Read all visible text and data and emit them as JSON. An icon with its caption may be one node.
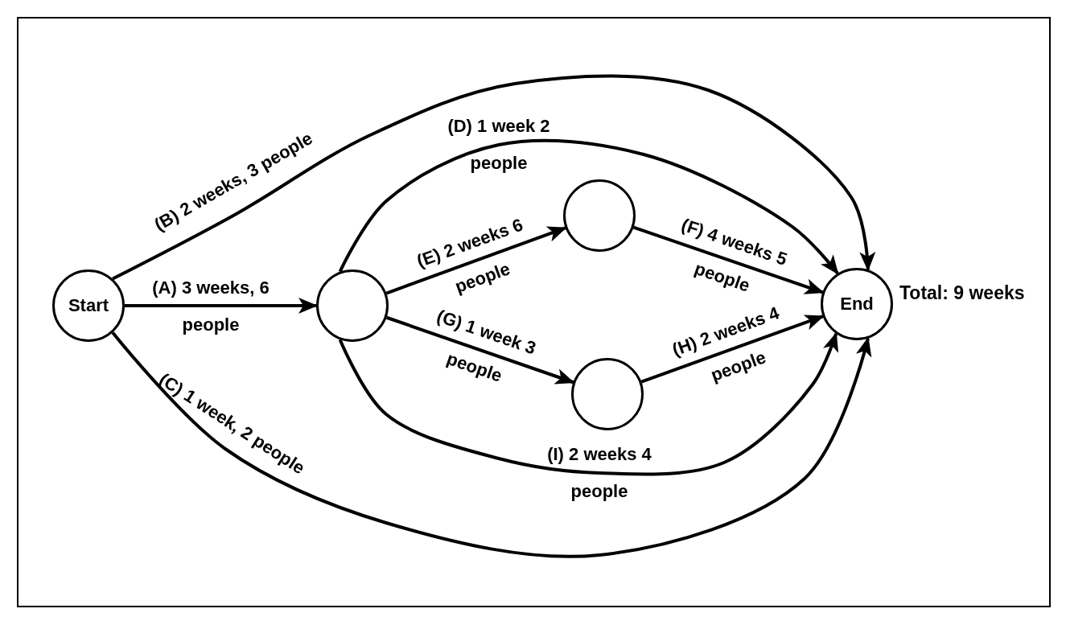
{
  "diagram": {
    "nodes": [
      {
        "text": [
          "Start"
        ]
      },
      {
        "text": [],
        "shape": "circle"
      },
      {
        "text": [],
        "shape": "circle"
      },
      {
        "text": [],
        "shape": "circle"
      },
      {
        "text": [
          "End"
        ],
        "beside": [
          "Total: 9 weeks"
        ]
      }
    ],
    "edges": [
      {
        "from": 0,
        "to": 1,
        "arrow": "to",
        "label": "(A) 3 weeks, 6 people"
      },
      {
        "from": 0,
        "to": 4,
        "arrow": "to",
        "label": "(B) 2 weeks, 3 people"
      },
      {
        "from": 0,
        "to": 4,
        "arrow": "to",
        "label": "(C) 1 week, 2 people"
      },
      {
        "from": 1,
        "to": 4,
        "arrow": "to",
        "label": "(D) 1 week 2 people"
      },
      {
        "from": 1,
        "to": 2,
        "arrow": "to",
        "label": "(E) 2 weeks 6 people"
      },
      {
        "from": 2,
        "to": 4,
        "arrow": "to",
        "label": "(F) 4 weeks 5 people"
      },
      {
        "from": 1,
        "to": 3,
        "arrow": "to",
        "label": "(G) 1 week 3 people"
      },
      {
        "from": 3,
        "to": 4,
        "arrow": "to",
        "label": "(H) 2 weeks 4 people"
      },
      {
        "from": 1,
        "to": 4,
        "arrow": "to",
        "label": "(I) 2 weeks 4 people"
      }
    ]
  }
}
